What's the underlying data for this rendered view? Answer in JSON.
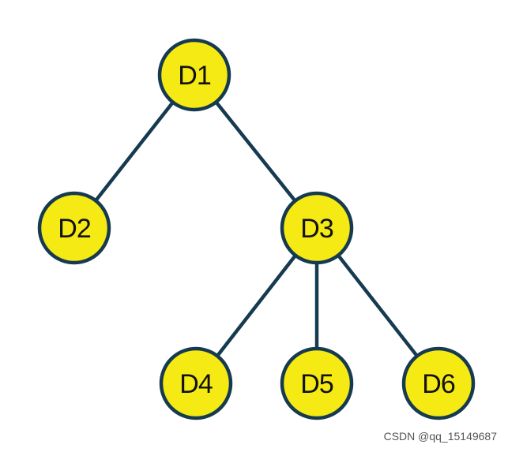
{
  "diagram": {
    "nodes": [
      {
        "id": "D1",
        "label": "D1"
      },
      {
        "id": "D2",
        "label": "D2"
      },
      {
        "id": "D3",
        "label": "D3"
      },
      {
        "id": "D4",
        "label": "D4"
      },
      {
        "id": "D5",
        "label": "D5"
      },
      {
        "id": "D6",
        "label": "D6"
      }
    ],
    "edges": [
      {
        "from": "D1",
        "to": "D2"
      },
      {
        "from": "D1",
        "to": "D3"
      },
      {
        "from": "D3",
        "to": "D4"
      },
      {
        "from": "D3",
        "to": "D5"
      },
      {
        "from": "D3",
        "to": "D6"
      }
    ],
    "colors": {
      "node_fill": "#f5ea14",
      "node_stroke": "#163a4f",
      "edge": "#163a4f",
      "text": "#111111"
    }
  },
  "watermark": "CSDN @qq_15149687"
}
